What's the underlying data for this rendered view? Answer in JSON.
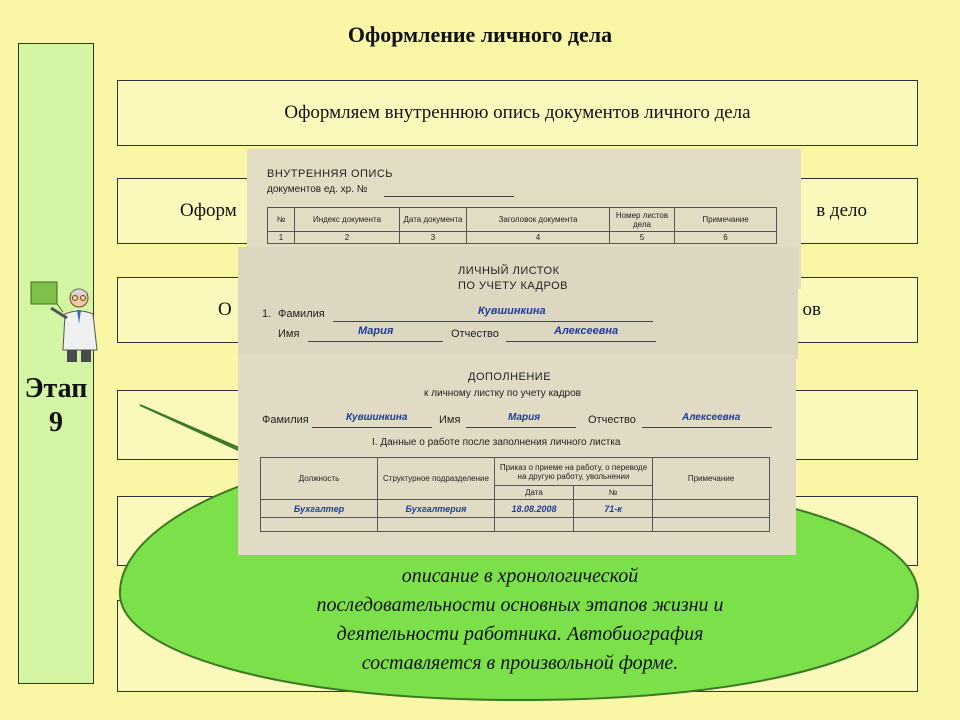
{
  "title": "Оформление личного дела",
  "stage": {
    "line1": "Этап",
    "line2": "9"
  },
  "steps": {
    "step1": "Оформляем внутреннюю опись документов личного дела",
    "step2_left": "Оформ",
    "step2_right": "в дело",
    "step3_left": "О",
    "step3_right": "ов"
  },
  "bubble": {
    "lines": [
      "описание в хронологической",
      "последовательности основных этапов жизни и",
      "деятельности работника. Автобиография",
      "составляется в произвольной форме."
    ]
  },
  "inventory_form": {
    "title": "ВНУТРЕННЯЯ ОПИСЬ",
    "subtitle": "документов ед. хр. №",
    "headers": [
      "№",
      "Индекс документа",
      "Дата документа",
      "Заголовок документа",
      "Номер листов дела",
      "Примечание"
    ],
    "numbers": [
      "1",
      "2",
      "3",
      "4",
      "5",
      "6"
    ]
  },
  "card_form": {
    "title_line1": "ЛИЧНЫЙ ЛИСТОК",
    "title_line2": "ПО УЧЕТУ КАДРОВ",
    "item_number": "1.",
    "surname_label": "Фамилия",
    "surname_value": "Кувшинкина",
    "name_label": "Имя",
    "name_value": "Мария",
    "patronymic_label": "Отчество",
    "patronymic_value": "Алексеевна"
  },
  "supplement_form": {
    "title_line1": "ДОПОЛНЕНИЕ",
    "title_line2": "к личному листку по учету кадров",
    "surname_label": "Фамилия",
    "surname_value": "Кувшинкина",
    "name_label": "Имя",
    "name_value": "Мария",
    "patronymic_label": "Отчество",
    "patronymic_value": "Алексеевна",
    "section_title": "I. Данные о работе после заполнения личного листка",
    "headers": {
      "position": "Должность",
      "department": "Структурное подразделение",
      "order": "Приказ о приеме на работу, о переводе на другую работу, увольнении",
      "note": "Примечание",
      "date": "Дата",
      "number": "№"
    },
    "row": {
      "position": "Бухгалтер",
      "department": "Бухгалтерия",
      "date": "18.08.2008",
      "number": "71-к"
    }
  },
  "colors": {
    "background": "#f9f7a6",
    "stage_column": "#d4f5a4",
    "bubble": "#7be04a",
    "ink": "#1e3c9a"
  }
}
